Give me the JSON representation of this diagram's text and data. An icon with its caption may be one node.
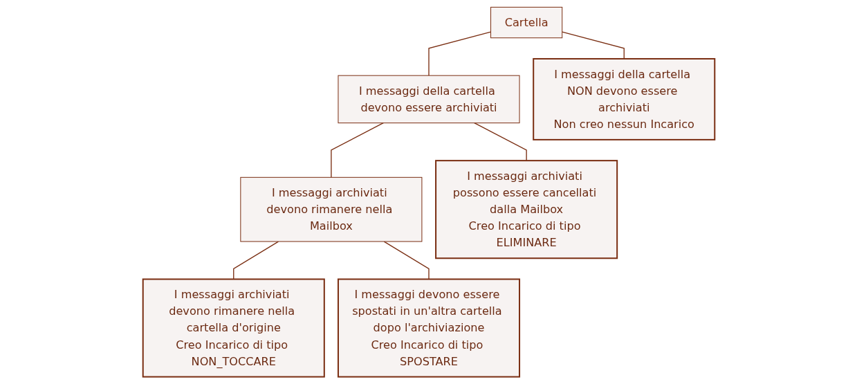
{
  "diagram": {
    "nodes": [
      {
        "text": [
          "Cartella"
        ]
      },
      {
        "text": [
          "I messaggi della cartella devono essere archiviati"
        ]
      },
      {
        "text": [
          "I messaggi della cartella NON devono essere archiviati",
          "Non creo nessun Incarico"
        ]
      },
      {
        "text": [
          "I messaggi archiviati devono rimanere nella Mailbox"
        ]
      },
      {
        "text": [
          "I messaggi archiviati possono essere cancellati dalla Mailbox",
          "Creo Incarico di tipo ELIMINARE"
        ]
      },
      {
        "text": [
          "I messaggi archiviati devono rimanere nella cartella d'origine",
          "Creo Incarico di tipo NON_TOCCARE"
        ]
      },
      {
        "text": [
          "I messaggi devono essere spostati in un'altra cartella dopo l'archiviazione",
          "Creo Incarico di tipo SPOSTARE"
        ]
      }
    ],
    "edges": [
      {
        "from": 0,
        "to": 1,
        "arrow": "none"
      },
      {
        "from": 0,
        "to": 2,
        "arrow": "none"
      },
      {
        "from": 1,
        "to": 3,
        "arrow": "none"
      },
      {
        "from": 1,
        "to": 4,
        "arrow": "none"
      },
      {
        "from": 3,
        "to": 5,
        "arrow": "none"
      },
      {
        "from": 3,
        "to": 6,
        "arrow": "none"
      }
    ]
  }
}
